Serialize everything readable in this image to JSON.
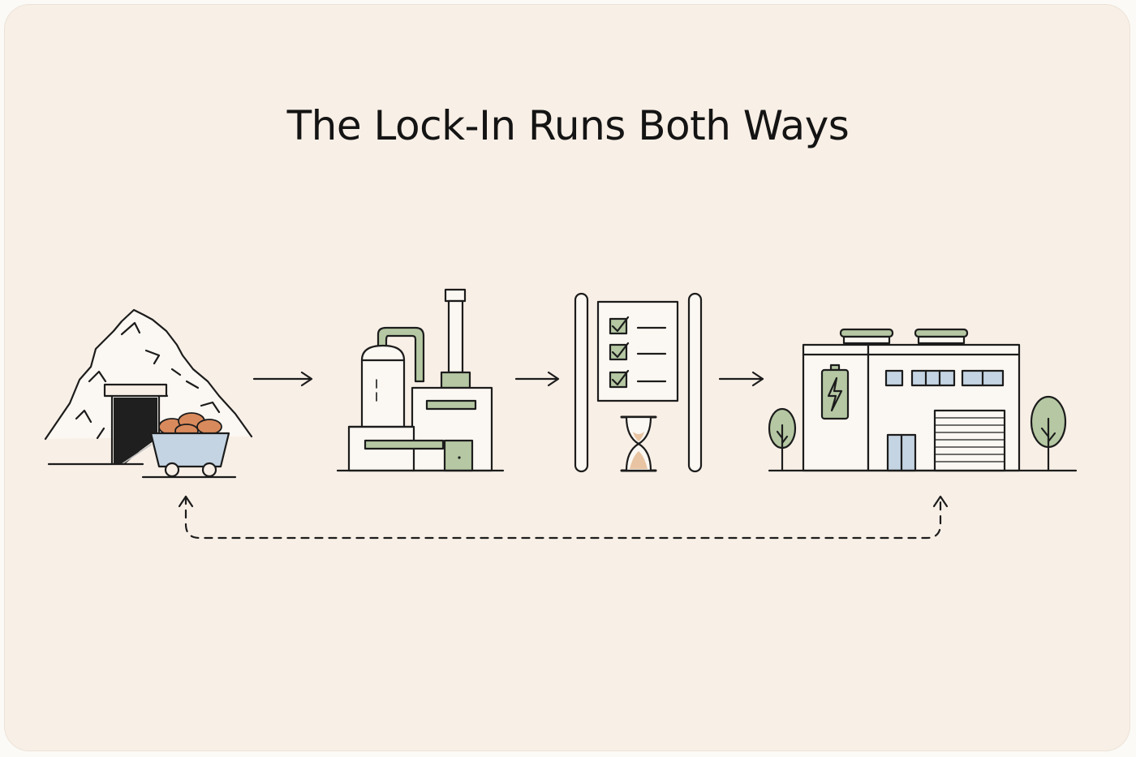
{
  "title": "The Lock-In Runs Both Ways",
  "colors": {
    "background": "#f8efe6",
    "ink": "#1c1c1c",
    "sage_green": "#b5c8a3",
    "sky_blue": "#c4d4e2",
    "ore_copper": "#d98a5c",
    "sand": "#e8c4a2"
  },
  "stages": [
    {
      "icon": "mine-icon"
    },
    {
      "icon": "processing-plant-icon"
    },
    {
      "icon": "permitting-board-icon"
    },
    {
      "icon": "battery-factory-icon"
    }
  ],
  "connections": [
    {
      "from": "mine-icon",
      "to": "processing-plant-icon",
      "style": "solid"
    },
    {
      "from": "processing-plant-icon",
      "to": "permitting-board-icon",
      "style": "solid"
    },
    {
      "from": "permitting-board-icon",
      "to": "battery-factory-icon",
      "style": "solid"
    },
    {
      "from": "mine-icon",
      "to": "battery-factory-icon",
      "style": "dashed",
      "direction": "both"
    }
  ]
}
